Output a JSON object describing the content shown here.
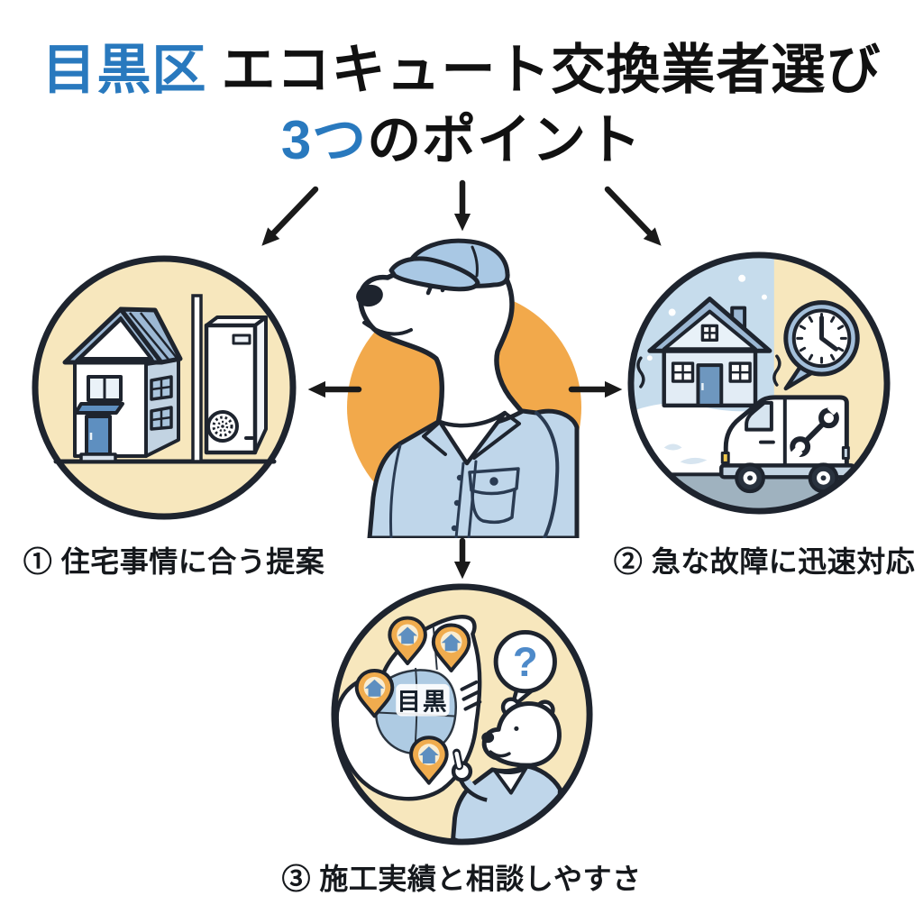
{
  "title": {
    "line1": {
      "highlight": "目黒区",
      "rest": "エコキュート交換業者選び"
    },
    "line2": {
      "highlight": "3つ",
      "rest": "のポイント"
    }
  },
  "points": [
    {
      "full_label": "① 住宅事情に合う提案",
      "icon": "house-and-ecocute-unit-icon"
    },
    {
      "full_label": "② 急な故障に迅速対応",
      "icon": "snowy-house-clock-service-van-icon"
    },
    {
      "full_label": "③ 施工実績と相談しやすさ",
      "icon": "meguro-map-pins-consulting-bear-icon"
    }
  ],
  "center_mascot": {
    "icon": "polar-bear-technician-icon"
  },
  "bottom_circle": {
    "map_label": "目黒",
    "question_mark": "?"
  },
  "colors": {
    "title_accent_blue": "#2979BE",
    "text_black": "#111111",
    "circle_cream": "#F7E7BD",
    "mascot_orange": "#F2A94B",
    "snow_sky_blue": "#C6DCEC",
    "illustration_blue": "#9CB8D4",
    "deep_blue": "#5E8FC0",
    "shirt_blue": "#BFD6EA",
    "outline_dark": "#1E242E",
    "pin_orange": "#F0AC4E",
    "question_blue": "#4E8AC9",
    "road_gray": "#9FB2BF"
  }
}
